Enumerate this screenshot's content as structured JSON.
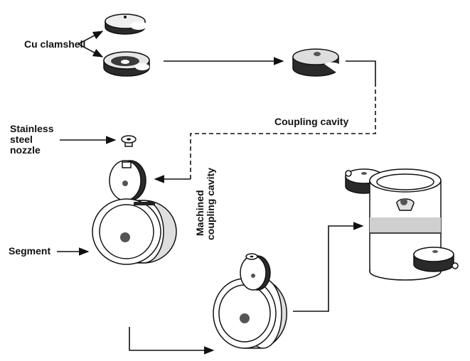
{
  "figure": {
    "labels": {
      "cu_clamshell": "Cu clamshell",
      "coupling_cavity": "Coupling cavity",
      "stainless_line1": "Stainless",
      "stainless_line2": "steel",
      "stainless_line3": "nozzle",
      "machined_line1": "Machined",
      "machined_line2": "coupling cavity",
      "segment": "Segment"
    }
  }
}
